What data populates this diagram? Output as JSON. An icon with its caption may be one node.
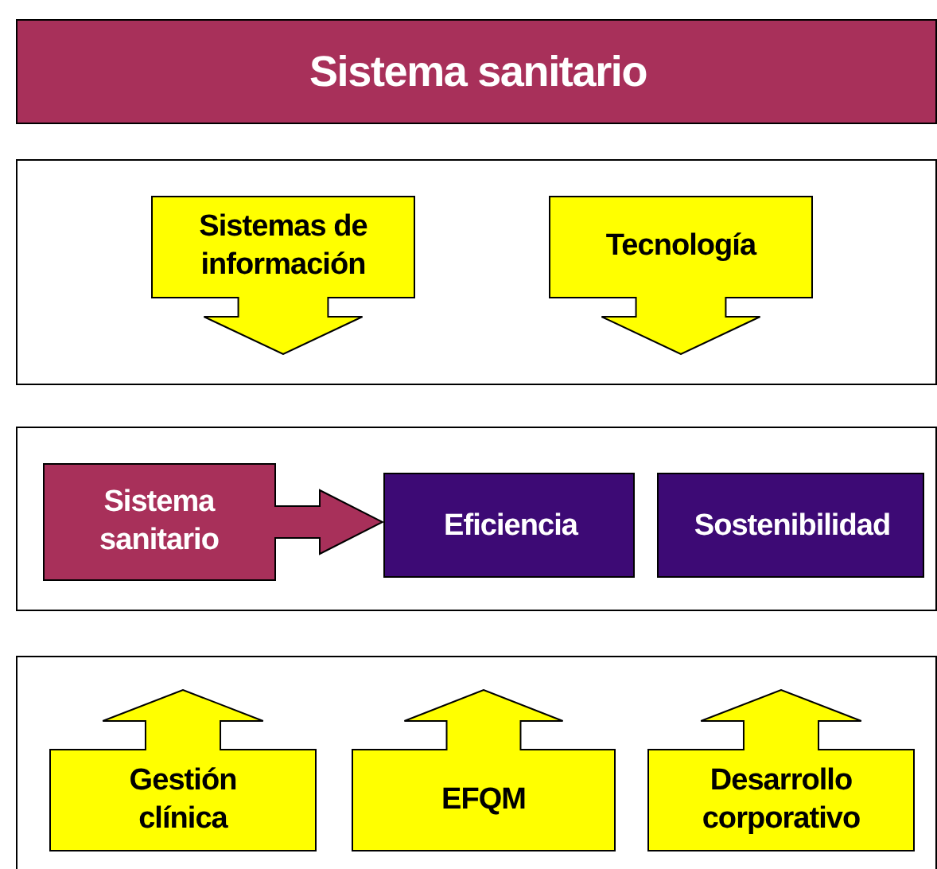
{
  "diagram": {
    "nodes": [
      {
        "text": [
          "Sistema sanitario"
        ]
      },
      {
        "text": [],
        "shape": "box"
      },
      {
        "text": [
          "Sistemas de información"
        ],
        "in": 1
      },
      {
        "text": [
          "Tecnología"
        ],
        "in": 1
      },
      {
        "text": [],
        "shape": "box"
      },
      {
        "text": [
          "Sistema sanitario"
        ],
        "in": 4
      },
      {
        "text": [
          "Eficiencia"
        ],
        "in": 4
      },
      {
        "text": [
          "Sostenibilidad"
        ],
        "in": 4
      },
      {
        "text": [],
        "shape": "box"
      },
      {
        "text": [
          "Gestión clínica"
        ],
        "in": 8
      },
      {
        "text": [
          "EFQM"
        ],
        "in": 8
      },
      {
        "text": [
          "Desarrollo corporativo"
        ],
        "in": 8
      }
    ]
  }
}
